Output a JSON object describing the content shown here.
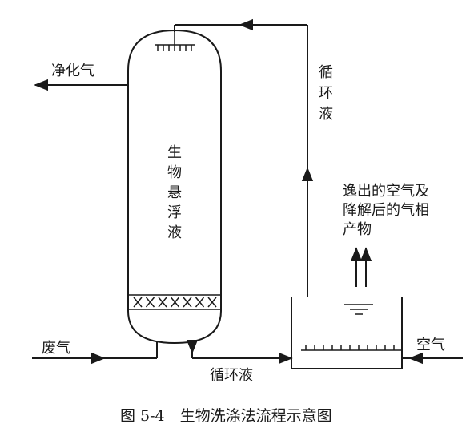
{
  "labels": {
    "purified_gas": "净化气",
    "waste_gas": "废气",
    "air": "空气",
    "recycle_bottom": "循环液",
    "recycle_vertical": [
      "循",
      "环",
      "液"
    ],
    "suspension": [
      "生",
      "物",
      "悬",
      "浮",
      "液"
    ],
    "escape": [
      "逸出的空气及",
      "降解后的气相",
      "产物"
    ]
  },
  "caption": "图 5-4　生物洗涤法流程示意图",
  "colors": {
    "line": "#1a1a1a",
    "background": "#ffffff"
  }
}
